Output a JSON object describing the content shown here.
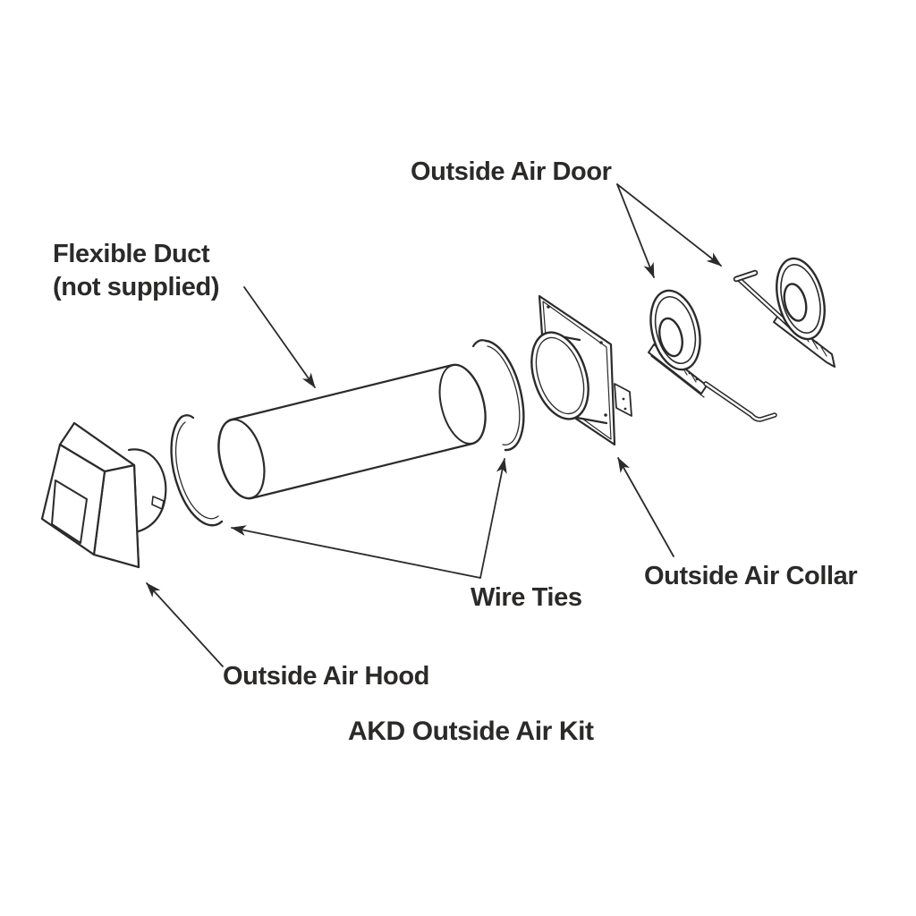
{
  "title": "AKD Outside Air Kit",
  "colors": {
    "background": "#ffffff",
    "line": "#2b2b2b",
    "text": "#2b2a29"
  },
  "labels": {
    "outside_air_door": "Outside Air Door",
    "flexible_duct": "Flexible Duct",
    "flexible_duct_note": "(not supplied)",
    "wire_ties": "Wire Ties",
    "outside_air_collar": "Outside Air Collar",
    "outside_air_hood": "Outside Air Hood"
  }
}
